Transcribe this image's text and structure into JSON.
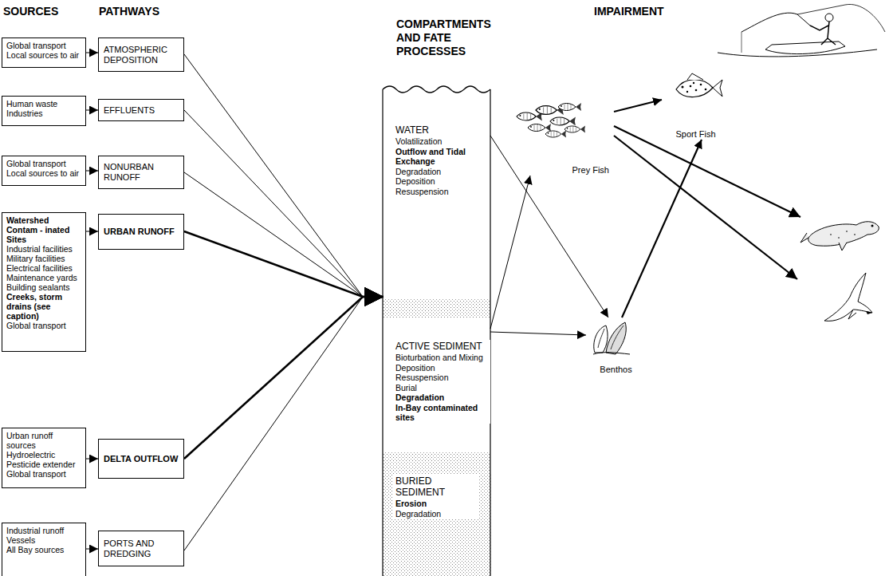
{
  "diagram": {
    "nodes": [
      {
        "text": [
          "Global transport",
          "Local sources to air"
        ]
      },
      {
        "text": [
          "ATMOSPHERIC DEPOSITION"
        ]
      },
      {
        "text": [
          "Human waste",
          "Industries"
        ]
      },
      {
        "text": [
          "EFFLUENTS"
        ]
      },
      {
        "text": [
          "Global transport",
          "Local sources to air"
        ]
      },
      {
        "text": [
          "NONURBAN RUNOFF"
        ]
      },
      {
        "text": [
          "Watershed Contam - inated Sites",
          "Industrial facilities",
          "Military facilities",
          "Electrical facilities",
          "Maintenance yards",
          "Building sealants",
          "Creeks, storm drains (see caption)",
          "Global transport"
        ]
      },
      {
        "text": [
          "URBAN RUNOFF"
        ]
      },
      {
        "text": [
          "Urban runoff sources",
          "Hydroelectric",
          "Pesticide extender",
          "Global transport"
        ]
      },
      {
        "text": [
          "DELTA OUTFLOW"
        ]
      },
      {
        "text": [
          "Industrial runoff",
          "Vessels",
          "All Bay sources"
        ]
      },
      {
        "text": [
          "PORTS AND DREDGING"
        ]
      },
      {
        "text": [
          "WATER",
          "Volatilization",
          "Outflow and Tidal Exchange",
          "Degradation",
          "Deposition",
          "Resuspension"
        ]
      },
      {
        "text": [
          "ACTIVE SEDIMENT",
          "Bioturbation and Mixing",
          "Deposition",
          "Resuspension",
          "Burial",
          "Degradation",
          "In-Bay contaminated sites"
        ]
      },
      {
        "text": [
          "BURIED SEDIMENT",
          "Erosion",
          "Degradation"
        ]
      },
      {
        "text": [
          "Prey Fish"
        ]
      },
      {
        "text": [
          "Sport Fish"
        ]
      },
      {
        "text": [
          "Benthos"
        ]
      }
    ],
    "edges": [
      {
        "from": 0,
        "to": 1,
        "arrow": "to"
      },
      {
        "from": 2,
        "to": 3,
        "arrow": "to"
      },
      {
        "from": 4,
        "to": 5,
        "arrow": "to"
      },
      {
        "from": 6,
        "to": 7,
        "arrow": "to"
      },
      {
        "from": 8,
        "to": 9,
        "arrow": "to"
      },
      {
        "from": 10,
        "to": 11,
        "arrow": "to"
      },
      {
        "from": 1,
        "to": 12,
        "arrow": "to"
      },
      {
        "from": 3,
        "to": 12,
        "arrow": "to"
      },
      {
        "from": 5,
        "to": 12,
        "arrow": "to"
      },
      {
        "from": 7,
        "to": 12,
        "arrow": "to"
      },
      {
        "from": 9,
        "to": 12,
        "arrow": "to"
      },
      {
        "from": 11,
        "to": 12,
        "arrow": "to"
      },
      {
        "from": 12,
        "to": 17,
        "arrow": "to"
      },
      {
        "from": 13,
        "to": 15,
        "arrow": "to"
      },
      {
        "from": 13,
        "to": 17,
        "arrow": "to"
      },
      {
        "from": 15,
        "to": 16,
        "arrow": "to"
      },
      {
        "from": 17,
        "to": 16,
        "arrow": "to"
      }
    ],
    "labels": [
      "SOURCES",
      "PATHWAYS",
      "COMPARTMENTS AND FATE PROCESSES",
      "IMPAIRMENT"
    ]
  }
}
